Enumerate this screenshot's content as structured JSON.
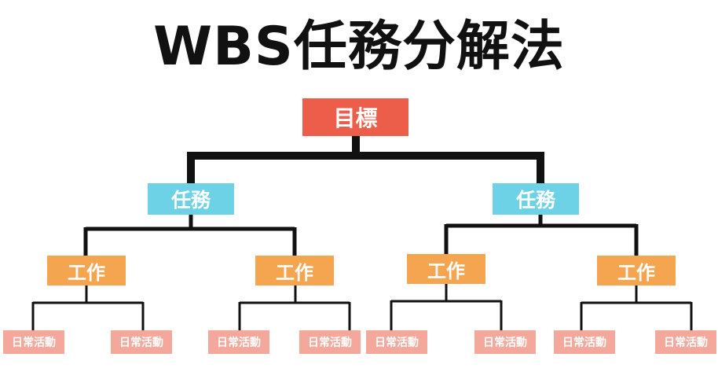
{
  "title": "WBS任務分解法",
  "colors": {
    "goal": "#ec5e49",
    "task": "#6ed2e6",
    "work": "#f5a44f",
    "activity": "#f4a89b",
    "connector": "#111111"
  },
  "tree": {
    "goal": "目標",
    "tasks": [
      {
        "label": "任務",
        "works": [
          {
            "label": "工作",
            "activities": [
              "日常活動",
              "日常活動"
            ]
          },
          {
            "label": "工作",
            "activities": [
              "日常活動",
              "日常活動"
            ]
          }
        ]
      },
      {
        "label": "任務",
        "works": [
          {
            "label": "工作",
            "activities": [
              "日常活動",
              "日常活動"
            ]
          },
          {
            "label": "工作",
            "activities": [
              "日常活動",
              "日常活動"
            ]
          }
        ]
      }
    ]
  }
}
